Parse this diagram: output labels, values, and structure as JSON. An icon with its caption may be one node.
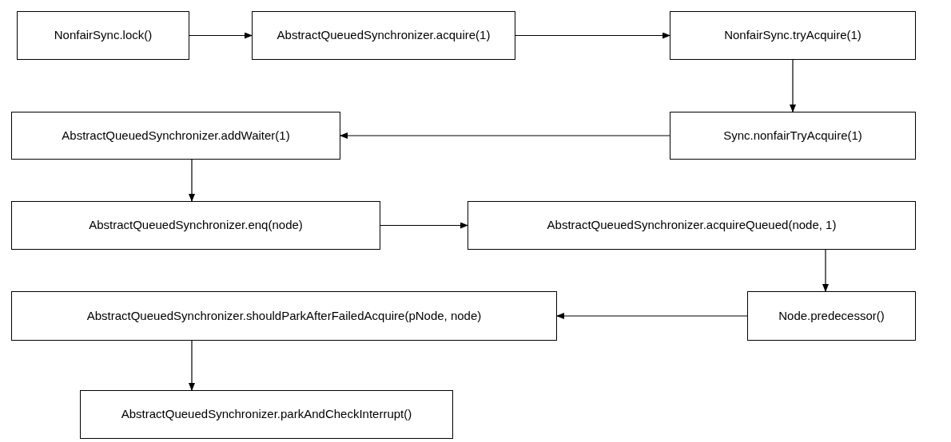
{
  "diagram": {
    "nodes": [
      {
        "text": [
          "NonfairSync.lock()"
        ]
      },
      {
        "text": [
          "AbstractQueuedSynchronizer.acquire(1)"
        ]
      },
      {
        "text": [
          "NonfairSync.tryAcquire(1)"
        ]
      },
      {
        "text": [
          "Sync.nonfairTryAcquire(1)"
        ]
      },
      {
        "text": [
          "AbstractQueuedSynchronizer.addWaiter(1)"
        ]
      },
      {
        "text": [
          "AbstractQueuedSynchronizer.enq(node)"
        ]
      },
      {
        "text": [
          "AbstractQueuedSynchronizer.acquireQueued(node, 1)"
        ]
      },
      {
        "text": [
          "Node.predecessor()"
        ]
      },
      {
        "text": [
          "AbstractQueuedSynchronizer.shouldParkAfterFailedAcquire(pNode, node)"
        ]
      },
      {
        "text": [
          "AbstractQueuedSynchronizer.parkAndCheckInterrupt()"
        ]
      }
    ],
    "edges": [
      {
        "from": 0,
        "to": 1,
        "arrow": "to"
      },
      {
        "from": 1,
        "to": 2,
        "arrow": "to"
      },
      {
        "from": 2,
        "to": 3,
        "arrow": "to"
      },
      {
        "from": 3,
        "to": 4,
        "arrow": "to"
      },
      {
        "from": 4,
        "to": 5,
        "arrow": "to"
      },
      {
        "from": 5,
        "to": 6,
        "arrow": "to"
      },
      {
        "from": 6,
        "to": 7,
        "arrow": "to"
      },
      {
        "from": 7,
        "to": 8,
        "arrow": "to"
      },
      {
        "from": 8,
        "to": 9,
        "arrow": "to"
      }
    ]
  }
}
